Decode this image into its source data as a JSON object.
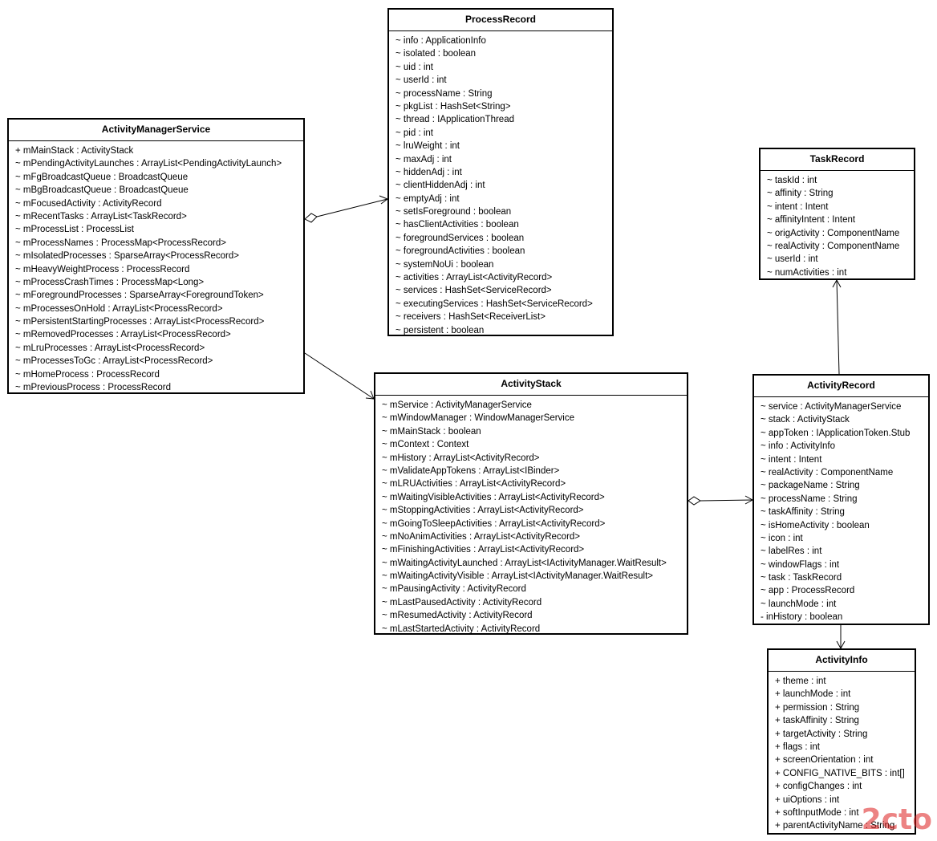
{
  "classes": {
    "ams": {
      "name": "ActivityManagerService",
      "attrs": [
        "+ mMainStack : ActivityStack",
        "~ mPendingActivityLaunches : ArrayList<PendingActivityLaunch>",
        "~ mFgBroadcastQueue : BroadcastQueue",
        "~ mBgBroadcastQueue : BroadcastQueue",
        "~ mFocusedActivity : ActivityRecord",
        "~ mRecentTasks : ArrayList<TaskRecord>",
        "~ mProcessList : ProcessList",
        "~ mProcessNames : ProcessMap<ProcessRecord>",
        "~ mIsolatedProcesses : SparseArray<ProcessRecord>",
        "~ mHeavyWeightProcess : ProcessRecord",
        "~ mProcessCrashTimes : ProcessMap<Long>",
        "~ mForegroundProcesses : SparseArray<ForegroundToken>",
        "~ mProcessesOnHold : ArrayList<ProcessRecord>",
        "~ mPersistentStartingProcesses : ArrayList<ProcessRecord>",
        "~ mRemovedProcesses : ArrayList<ProcessRecord>",
        "~ mLruProcesses : ArrayList<ProcessRecord>",
        "~ mProcessesToGc : ArrayList<ProcessRecord>",
        "~ mHomeProcess : ProcessRecord",
        "~ mPreviousProcess : ProcessRecord"
      ]
    },
    "processRecord": {
      "name": "ProcessRecord",
      "attrs": [
        "~ info : ApplicationInfo",
        "~ isolated : boolean",
        "~ uid : int",
        "~ userId : int",
        "~ processName : String",
        "~ pkgList : HashSet<String>",
        "~ thread : IApplicationThread",
        "~ pid : int",
        "~ lruWeight : int",
        "~ maxAdj : int",
        "~ hiddenAdj : int",
        "~ clientHiddenAdj : int",
        "~ emptyAdj : int",
        "~ setIsForeground : boolean",
        "~ hasClientActivities : boolean",
        "~ foregroundServices : boolean",
        "~ foregroundActivities : boolean",
        "~ systemNoUi : boolean",
        "~ activities : ArrayList<ActivityRecord>",
        "~ services : HashSet<ServiceRecord>",
        "~ executingServices : HashSet<ServiceRecord>",
        "~ receivers : HashSet<ReceiverList>",
        "~ persistent : boolean"
      ]
    },
    "activityStack": {
      "name": "ActivityStack",
      "attrs": [
        "~ mService : ActivityManagerService",
        "~ mWindowManager : WindowManagerService",
        "~ mMainStack : boolean",
        "~ mContext : Context",
        "~ mHistory : ArrayList<ActivityRecord>",
        "~ mValidateAppTokens : ArrayList<IBinder>",
        "~ mLRUActivities : ArrayList<ActivityRecord>",
        "~ mWaitingVisibleActivities : ArrayList<ActivityRecord>",
        "~ mStoppingActivities : ArrayList<ActivityRecord>",
        "~ mGoingToSleepActivities : ArrayList<ActivityRecord>",
        "~ mNoAnimActivities : ArrayList<ActivityRecord>",
        "~ mFinishingActivities : ArrayList<ActivityRecord>",
        "~ mWaitingActivityLaunched : ArrayList<IActivityManager.WaitResult>",
        "~ mWaitingActivityVisible : ArrayList<IActivityManager.WaitResult>",
        "~ mPausingActivity : ActivityRecord",
        "~ mLastPausedActivity : ActivityRecord",
        "~ mResumedActivity : ActivityRecord",
        "~ mLastStartedActivity : ActivityRecord"
      ]
    },
    "taskRecord": {
      "name": "TaskRecord",
      "attrs": [
        "~ taskId : int",
        "~ affinity : String",
        "~ intent : Intent",
        "~ affinityIntent : Intent",
        "~ origActivity : ComponentName",
        "~ realActivity : ComponentName",
        "~ userId : int",
        "~ numActivities : int"
      ]
    },
    "activityRecord": {
      "name": "ActivityRecord",
      "attrs": [
        "~ service : ActivityManagerService",
        "~ stack : ActivityStack",
        "~ appToken : IApplicationToken.Stub",
        "~ info : ActivityInfo",
        "~ intent : Intent",
        "~ realActivity : ComponentName",
        "~ packageName : String",
        "~ processName : String",
        "~ taskAffinity : String",
        "~ isHomeActivity : boolean",
        "~ icon : int",
        "~ labelRes : int",
        "~ windowFlags : int",
        "~ task : TaskRecord",
        "~ app : ProcessRecord",
        "~ launchMode : int",
        "- inHistory : boolean"
      ]
    },
    "activityInfo": {
      "name": "ActivityInfo",
      "attrs": [
        "+ theme : int",
        "+ launchMode : int",
        "+ permission : String",
        "+ taskAffinity : String",
        "+ targetActivity : String",
        "+ flags : int",
        "+ screenOrientation : int",
        "+ CONFIG_NATIVE_BITS : int[]",
        "+ configChanges : int",
        "+ uiOptions : int",
        "+ softInputMode : int",
        "+ parentActivityName : String"
      ]
    }
  },
  "watermark": "2cto"
}
